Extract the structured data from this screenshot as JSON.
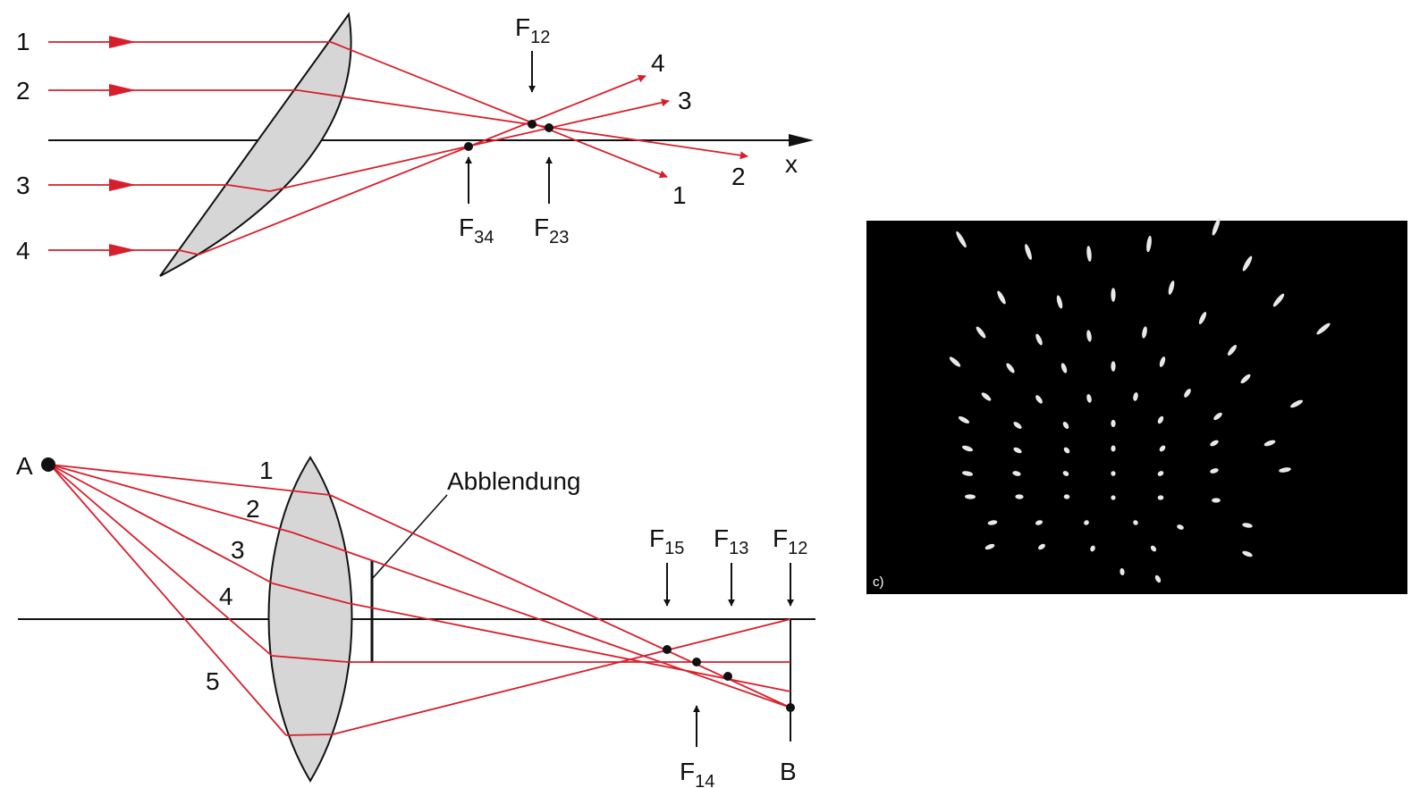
{
  "colors": {
    "ray": "#d81e2c",
    "lens_fill": "#d6d6d6",
    "axis": "#111111",
    "photo_bg": "#000000",
    "spot": "#e9e9e9"
  },
  "top": {
    "ray_labels_in": [
      "1",
      "2",
      "3",
      "4"
    ],
    "ray_labels_out": [
      "4",
      "3",
      "2",
      "1"
    ],
    "axis_label": "x",
    "foci": {
      "f12": {
        "main": "F",
        "sub": "12"
      },
      "f34": {
        "main": "F",
        "sub": "34"
      },
      "f23": {
        "main": "F",
        "sub": "23"
      }
    }
  },
  "bottom": {
    "object_label": "A",
    "image_label": "B",
    "ray_labels": [
      "1",
      "2",
      "3",
      "4",
      "5"
    ],
    "stop_label": "Abblendung",
    "foci": {
      "f15": {
        "main": "F",
        "sub": "15"
      },
      "f13": {
        "main": "F",
        "sub": "13"
      },
      "f12": {
        "main": "F",
        "sub": "12"
      },
      "f14": {
        "main": "F",
        "sub": "14"
      }
    }
  },
  "photo": {
    "label": "c)"
  }
}
